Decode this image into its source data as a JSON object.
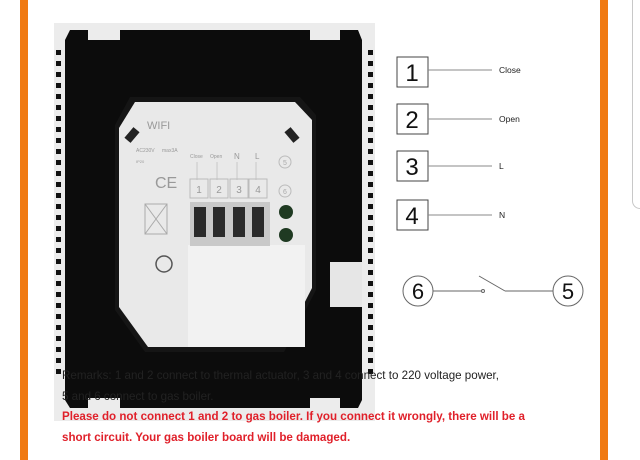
{
  "device": {
    "wifi_label": "WIFI",
    "rating_voltage": "AC230V",
    "rating_current": "max3A",
    "ip_label": "IP20",
    "ce_mark": "CE",
    "terminal_labels": [
      "Close",
      "Open",
      "N",
      "L"
    ],
    "terminal_numbers": [
      "1",
      "2",
      "3",
      "4"
    ],
    "relay_numbers": [
      "5",
      "6"
    ]
  },
  "legend": {
    "items": [
      {
        "number": "1",
        "label": "Close"
      },
      {
        "number": "2",
        "label": "Open"
      },
      {
        "number": "3",
        "label": "L"
      },
      {
        "number": "4",
        "label": "N"
      }
    ],
    "switch": {
      "left": "6",
      "right": "5"
    }
  },
  "remarks": {
    "line1": "Remarks: 1 and 2 connect to thermal actuator, 3 and 4 connect to 220 voltage power,",
    "line2": "5 and 6 connect to gas boiler.",
    "warning1": "Please do not connect 1 and 2 to gas boiler. If you connect it wrongly, there will be a",
    "warning2": "short circuit. Your gas boiler board will be damaged."
  },
  "colors": {
    "accent": "#f07a12",
    "warning": "#e0202a"
  }
}
